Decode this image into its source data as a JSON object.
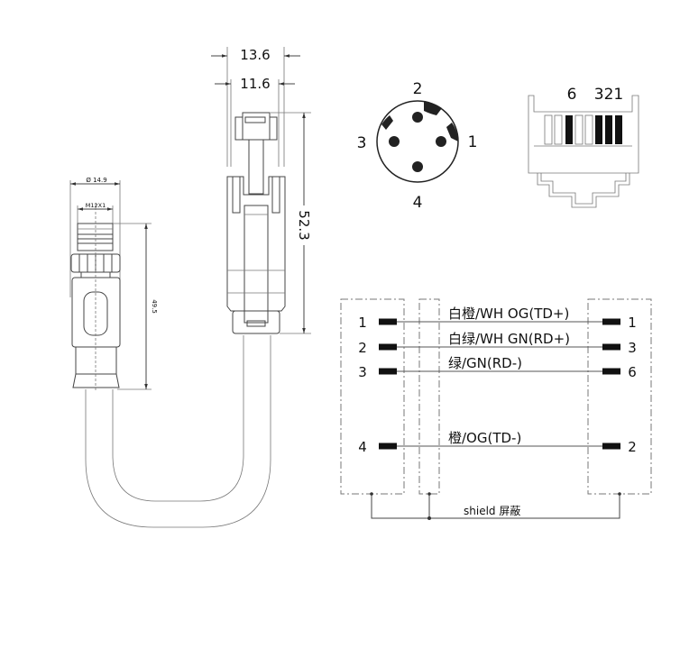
{
  "m12_side": {
    "diameter_label": "Ø 14.9",
    "thread_label": "M12X1",
    "length_label": "49.5"
  },
  "rj45_side": {
    "width_outer_label": "13.6",
    "width_inner_label": "11.6",
    "length_label": "52.3"
  },
  "m12_face": {
    "pin_labels": [
      "1",
      "2",
      "3",
      "4"
    ]
  },
  "rj45_front": {
    "pin_labels": [
      "6",
      "321"
    ]
  },
  "wiring": {
    "rows": [
      {
        "left_pin": "1",
        "right_pin": "1",
        "label": "白橙/WH OG(TD+)"
      },
      {
        "left_pin": "2",
        "right_pin": "3",
        "label": "白绿/WH GN(RD+)"
      },
      {
        "left_pin": "3",
        "right_pin": "6",
        "label": "绿/GN(RD-)"
      },
      {
        "left_pin": "4",
        "right_pin": "2",
        "label": "橙/OG(TD-)"
      }
    ],
    "shield_label": "shield 屏蔽"
  }
}
